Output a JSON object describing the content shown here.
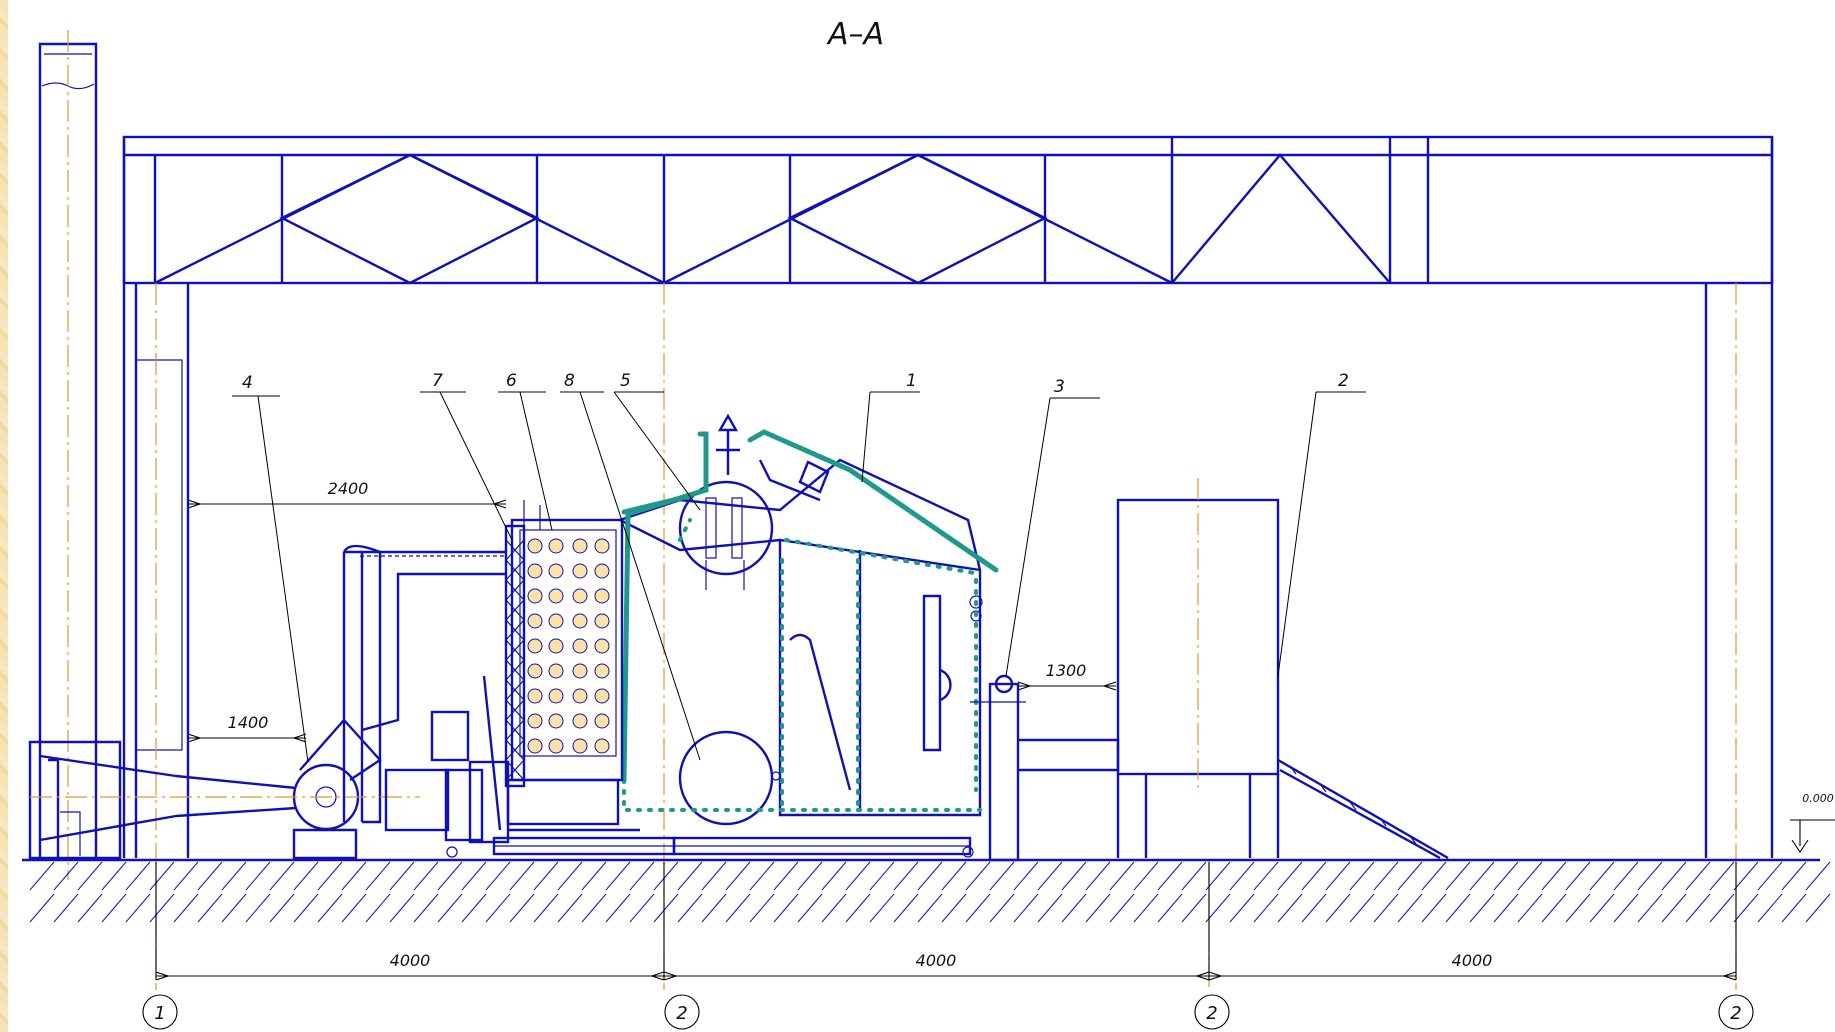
{
  "drawing": {
    "section_title": "А–А",
    "floor_level_mark": "0.000",
    "position_labels": [
      {
        "label": "1"
      },
      {
        "label": "2"
      },
      {
        "label": "3"
      },
      {
        "label": "4"
      },
      {
        "label": "5"
      },
      {
        "label": "6"
      },
      {
        "label": "7"
      },
      {
        "label": "8"
      }
    ],
    "dimensions": [
      {
        "value": "2400"
      },
      {
        "value": "1400"
      },
      {
        "value": "1300"
      },
      {
        "value": "4000"
      },
      {
        "value": "4000"
      },
      {
        "value": "4000"
      }
    ],
    "grid_axes": [
      {
        "label": "1"
      },
      {
        "label": "2"
      },
      {
        "label": "2"
      },
      {
        "label": "2"
      }
    ],
    "colors": {
      "line": "#1010b8",
      "axis": "#e2962f",
      "insulation": "#1f9a8a",
      "background": "#f6e3b4"
    }
  }
}
